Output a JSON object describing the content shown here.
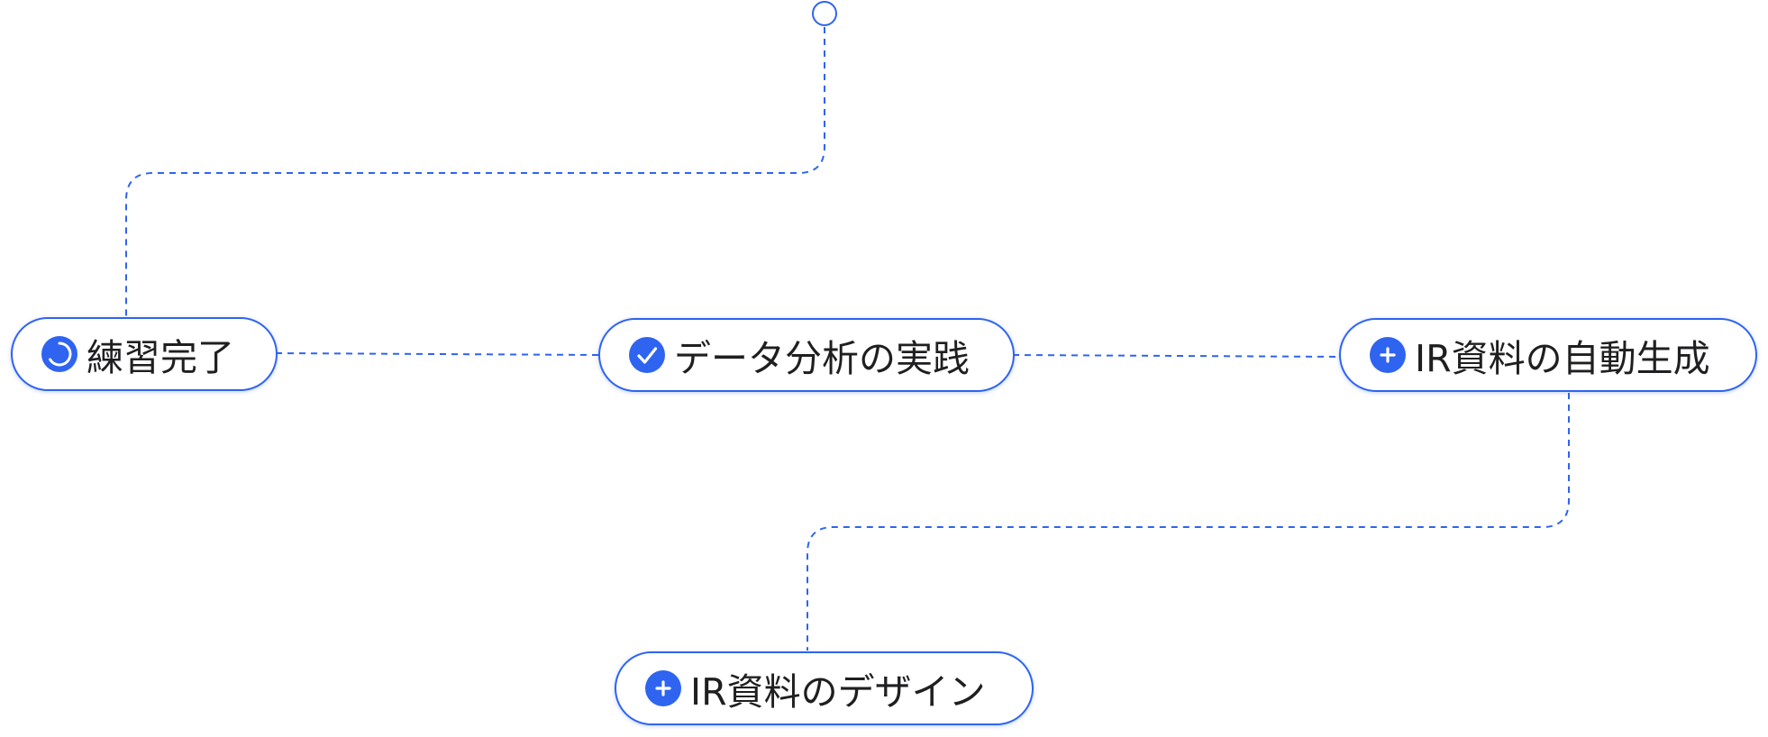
{
  "colors": {
    "accent": "#2f64f0",
    "text": "#1f1f22",
    "background": "#ffffff"
  },
  "nodes": [
    {
      "label": "練習完了",
      "icon": "progress-ring-icon"
    },
    {
      "label": "データ分析の実践",
      "icon": "check-circle-icon"
    },
    {
      "label": "IR資料の自動生成",
      "icon": "plus-circle-icon"
    },
    {
      "label": "IR資料のデザイン",
      "icon": "plus-circle-icon"
    }
  ]
}
